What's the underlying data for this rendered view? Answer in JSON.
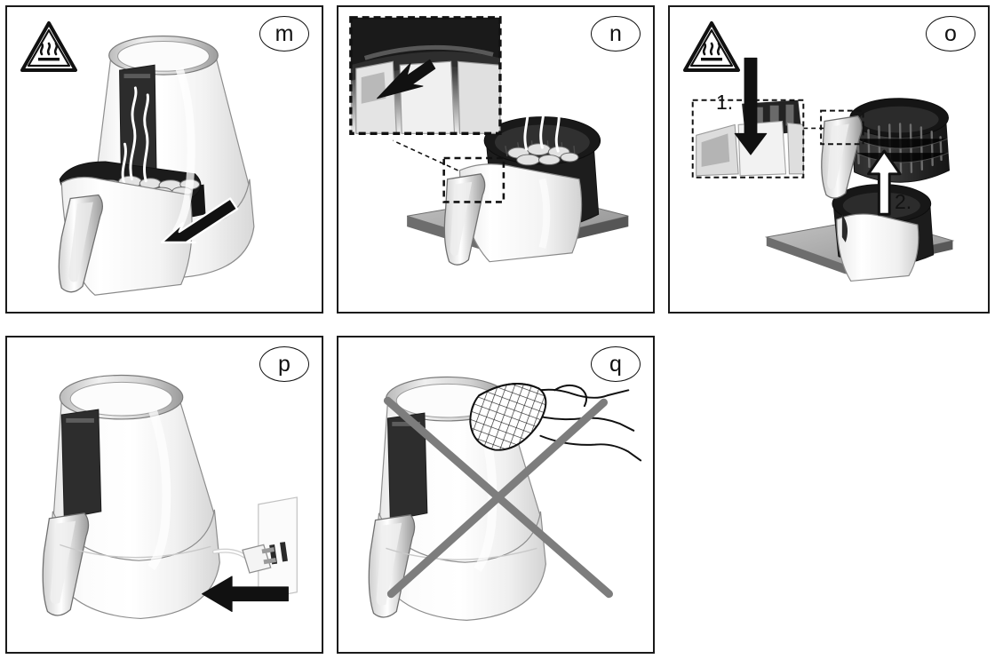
{
  "document": {
    "kind": "appliance-instruction-illustration-sheet",
    "subject": "air-fryer",
    "background_color": "#ffffff",
    "panel_border_color": "#1a1a1a",
    "ink_color": "#111111",
    "accent_gray": "#808080"
  },
  "panels": [
    {
      "id": "m",
      "label": "m",
      "row": 1,
      "column": 1,
      "warning_icon": "hot-surface-warning-icon",
      "scene": "air-fryer-with-basket-drawer-pulled-open-steam-rising-from-food",
      "arrows": [
        {
          "name": "pull-out-basket-arrow",
          "style": "solid-black",
          "direction": "down-left"
        }
      ],
      "callouts": [],
      "step_numbers": []
    },
    {
      "id": "n",
      "label": "n",
      "row": 1,
      "column": 2,
      "warning_icon": null,
      "scene": "removed-basket-drawer-placed-on-heat-resistant-mat-steam-rising",
      "arrows": [
        {
          "name": "release-button-arrow",
          "style": "solid-black",
          "direction": "up-right"
        }
      ],
      "callouts": [
        {
          "name": "magnified-detail-box",
          "style": "thick-dashed",
          "content": "handle-release-button-closeup"
        },
        {
          "name": "detail-source-box",
          "style": "thick-dashed",
          "content": "handle-area-on-basket"
        }
      ],
      "step_numbers": []
    },
    {
      "id": "o",
      "label": "o",
      "row": 1,
      "column": 3,
      "warning_icon": "hot-surface-warning-icon",
      "scene": "inner-mesh-basket-being-lifted-out-of-outer-drawer-on-heat-resistant-mat",
      "arrows": [
        {
          "name": "press-release-button-arrow",
          "style": "solid-black",
          "direction": "down"
        },
        {
          "name": "lift-inner-basket-arrow",
          "style": "outline-white",
          "direction": "up"
        }
      ],
      "callouts": [
        {
          "name": "release-button-detail-box",
          "style": "thin-dashed",
          "content": "release-button-pressed"
        },
        {
          "name": "handle-reference-box",
          "style": "thin-dashed",
          "content": "handle-release-button-location"
        }
      ],
      "step_numbers": [
        {
          "name": "step-number-1",
          "text": "1."
        },
        {
          "name": "step-number-2",
          "text": "2."
        }
      ]
    },
    {
      "id": "p",
      "label": "p",
      "row": 2,
      "column": 1,
      "warning_icon": null,
      "scene": "closed-air-fryer-with-power-plug-being-pulled-from-wall-socket",
      "arrows": [
        {
          "name": "unplug-arrow",
          "style": "solid-black",
          "direction": "left"
        }
      ],
      "callouts": [],
      "step_numbers": []
    },
    {
      "id": "q",
      "label": "q",
      "row": 2,
      "column": 2,
      "warning_icon": null,
      "scene": "hand-scrubbing-air-fryer-with-abrasive-scouring-pad-crossed-out",
      "arrows": [],
      "callouts": [
        {
          "name": "prohibition-cross",
          "style": "gray-x-overlay",
          "content": "do-not-use-abrasive-scouring-pad"
        }
      ],
      "step_numbers": []
    }
  ],
  "icons": {
    "hot_surface_warning": {
      "name": "hot-surface-warning-icon",
      "shape": "triangle",
      "inner_symbol": "three-wavy-heat-lines-over-bar",
      "color": "#111111"
    }
  }
}
